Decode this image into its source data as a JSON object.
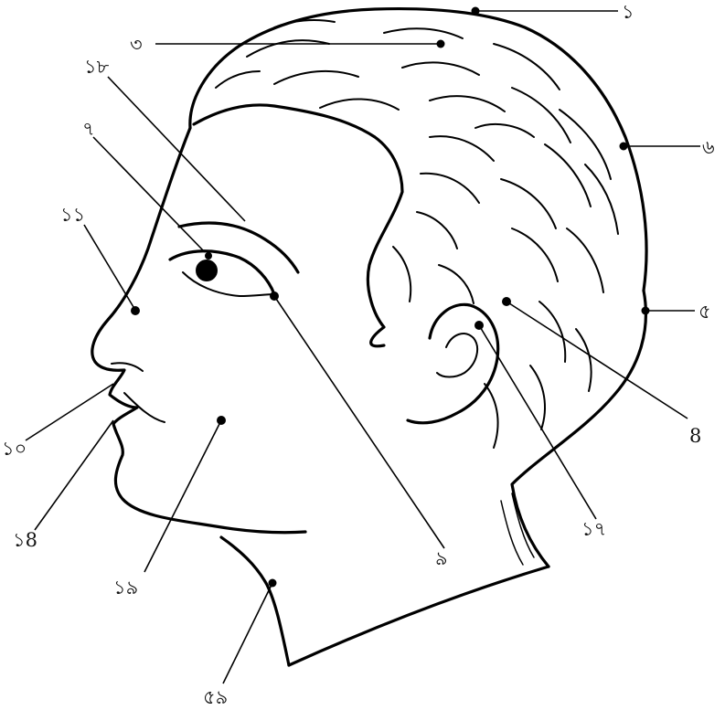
{
  "labels": {
    "l1": "১",
    "l3": "৩",
    "l6": "৬",
    "l5": "৫",
    "l8": "8",
    "l17": "১৭",
    "l9": "৯",
    "l59": "৫৯",
    "l19": "১৯",
    "l18a": "১৮",
    "l10": "১০",
    "l11": "১১",
    "l7": "৭",
    "l18b": "১8"
  }
}
